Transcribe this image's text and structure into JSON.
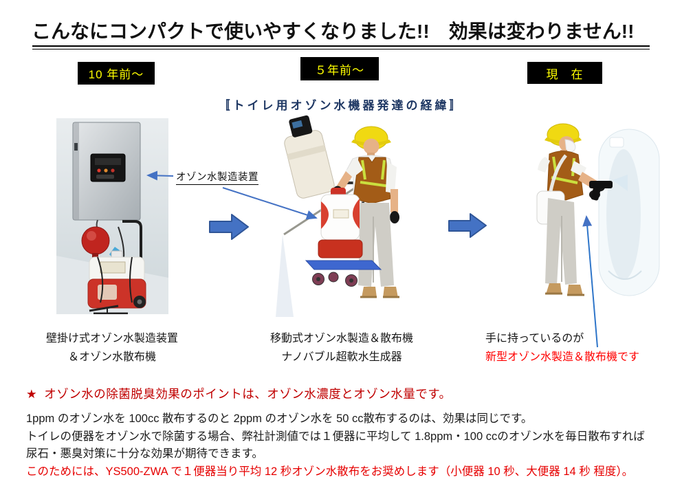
{
  "header": {
    "title": "こんなにコンパクトで使いやすくなりました!!　効果は変わりません!!",
    "subtitle": "〚トイレ用オゾン水機器発達の経緯〛"
  },
  "era_labels": {
    "past10": "10 年前～",
    "past5": "５年前～",
    "present": "現　在"
  },
  "annotation": {
    "device_label": "オゾン水製造装置"
  },
  "stages": {
    "old": {
      "line1": "壁掛け式オゾン水製造装置",
      "line2": "＆オゾン水散布機"
    },
    "mid": {
      "line1": "移動式オゾン水製造＆散布機",
      "line2": "ナノバブル超軟水生成器"
    },
    "new": {
      "line1": "手に持っているのが",
      "line2": "新型オゾン水製造＆散布機です"
    }
  },
  "highlight": {
    "star": "★",
    "text": "オゾン水の除菌脱臭効果のポイントは、オゾン水濃度とオゾン水量です。"
  },
  "body": {
    "line1": "1ppm のオゾン水を 100cc 散布するのと 2ppm のオゾン水を 50 cc散布するのは、効果は同じです。",
    "line2": "トイレの便器をオゾン水で除菌する場合、弊社計測値では１便器に平均して 1.8ppm・100 ccのオゾン水を毎日散布すれば",
    "line3": "尿石・悪臭対策に十分な効果が期待できます。",
    "line4": "このためには、YS500-ZWA で１便器当り平均 12 秒オゾン水散布をお奨めします（小便器 10 秒、大便器 14 秒 程度）。"
  },
  "colors": {
    "subtitle_navy": "#1F3864",
    "era_label_bg": "#000000",
    "era_label_text": "#FFFF00",
    "arrow_fill": "#4472C4",
    "arrow_border": "#2F5597",
    "highlight_red": "#C00000",
    "caption_red": "#FF0000",
    "body_red": "#E60000"
  }
}
